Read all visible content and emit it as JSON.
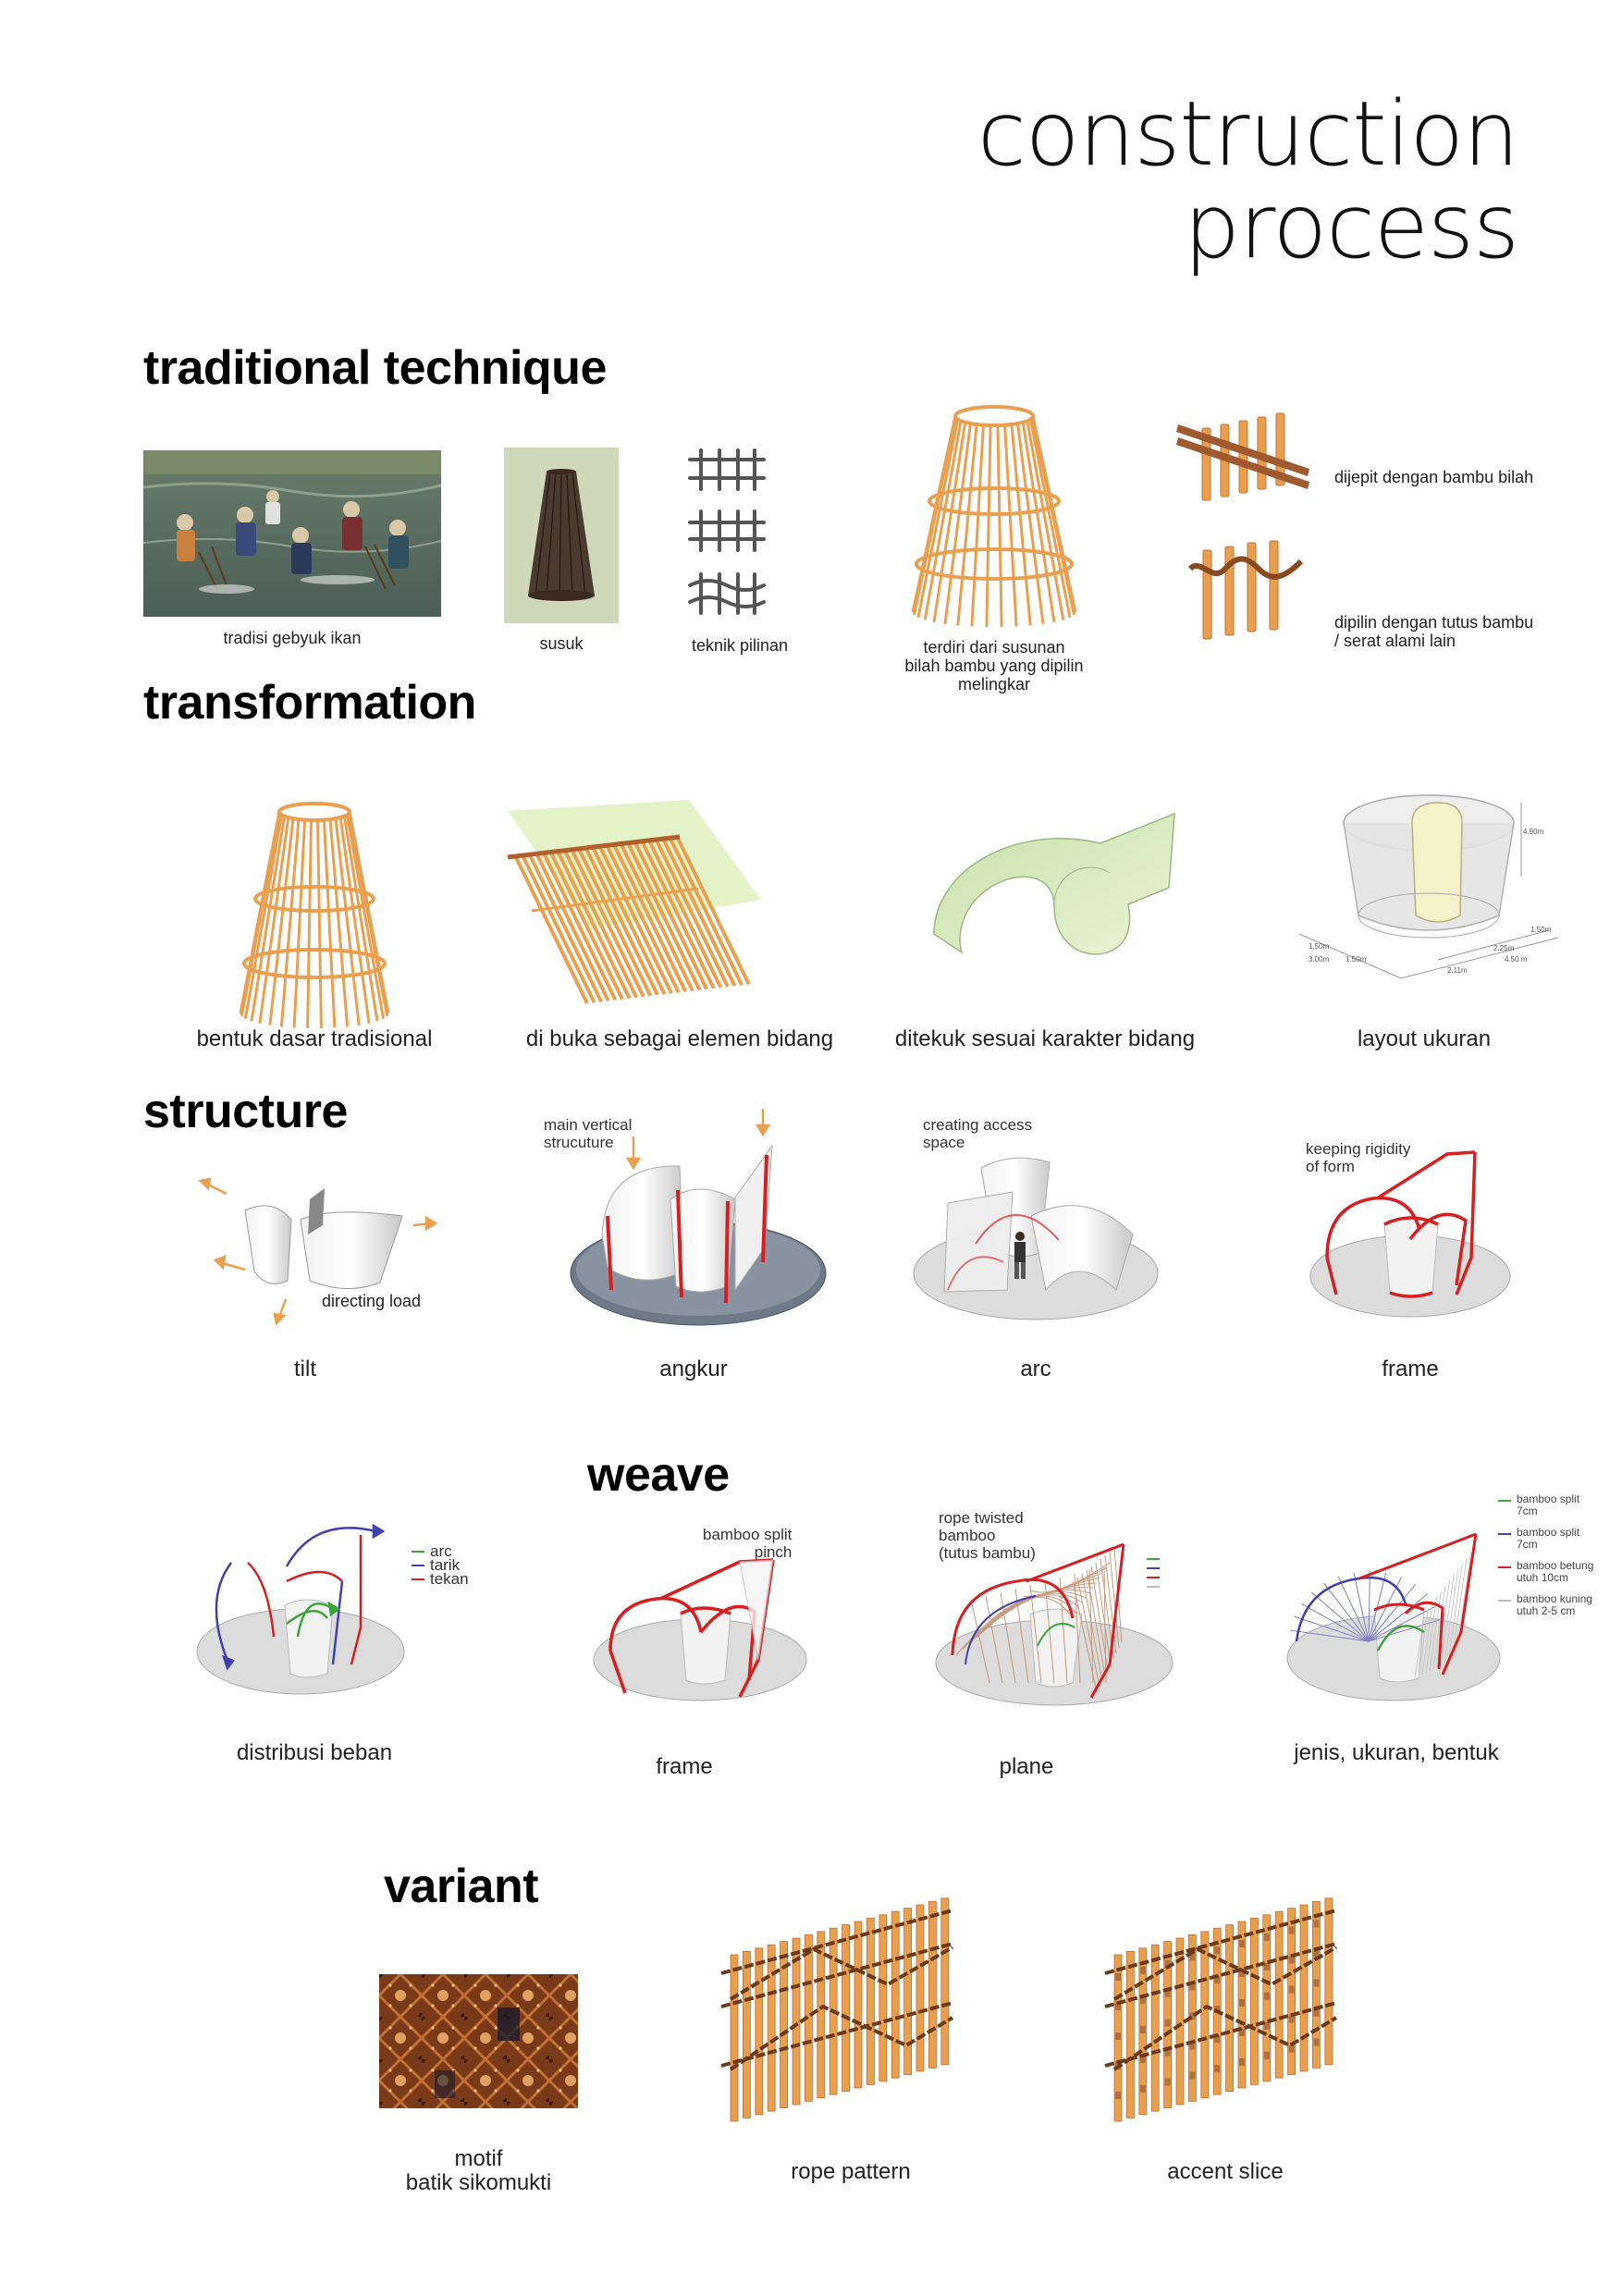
{
  "title": {
    "line1": "construction",
    "line2": "process"
  },
  "sections": {
    "traditional": "traditional technique",
    "transformation": "transformation",
    "structure": "structure",
    "weave": "weave",
    "variant": "variant"
  },
  "traditional": {
    "cap_gebyuk": "tradisi gebyuk ikan",
    "cap_susuk": "susuk",
    "cap_pilinan": "teknik pilinan",
    "cap_susunan": [
      "terdiri dari susunan",
      "bilah bambu yang dipilin",
      "melingkar"
    ],
    "cap_dijepit": "dijepit dengan bambu bilah",
    "cap_dipilin": [
      "dipilin dengan tutus bambu",
      "/ serat alami lain"
    ]
  },
  "transformation": {
    "cap1": "bentuk dasar tradisional",
    "cap2": "di buka sebagai elemen bidang",
    "cap3": "ditekuk sesuai karakter bidang",
    "cap4": "layout ukuran"
  },
  "structure": {
    "cap_tilt": "tilt",
    "cap_angkur": "angkur",
    "cap_arc": "arc",
    "cap_frame": "frame",
    "note_directing": "directing load",
    "note_main": [
      "main vertical",
      "strucuture"
    ],
    "note_access": [
      "creating access",
      "space"
    ],
    "note_rigidity": [
      "keeping rigidity",
      "of form"
    ]
  },
  "weave": {
    "cap_distribusi": "distribusi beban",
    "cap_frame": "frame",
    "cap_plane": "plane",
    "cap_jenis": "jenis, ukuran, bentuk",
    "legend_arc": "arc",
    "legend_tarik": "tarik",
    "legend_tekan": "tekan",
    "note_split_pinch": [
      "bamboo split",
      "pinch"
    ],
    "note_rope": [
      "rope twisted",
      "bamboo",
      "(tutus bambu)"
    ],
    "legend2": [
      {
        "l1": "bamboo split",
        "l2": "7cm",
        "color": "#3aa53a"
      },
      {
        "l1": "bamboo split",
        "l2": "7cm",
        "color": "#4040b0"
      },
      {
        "l1": "bamboo betung",
        "l2": "utuh 10cm",
        "color": "#d42020"
      },
      {
        "l1": "bamboo kuning",
        "l2": "utuh 2-5 cm",
        "color": "#bbbbbb"
      }
    ]
  },
  "variant": {
    "cap_motif": [
      "motif",
      "batik sikomukti"
    ],
    "cap_rope": "rope pattern",
    "cap_accent": "accent slice"
  },
  "colors": {
    "bamboo": "#e8a050",
    "bamboo_dark": "#c07030",
    "red": "#d42020",
    "green": "#3aa53a",
    "blue": "#4040b0",
    "base_gray": "#dcdcdc"
  }
}
